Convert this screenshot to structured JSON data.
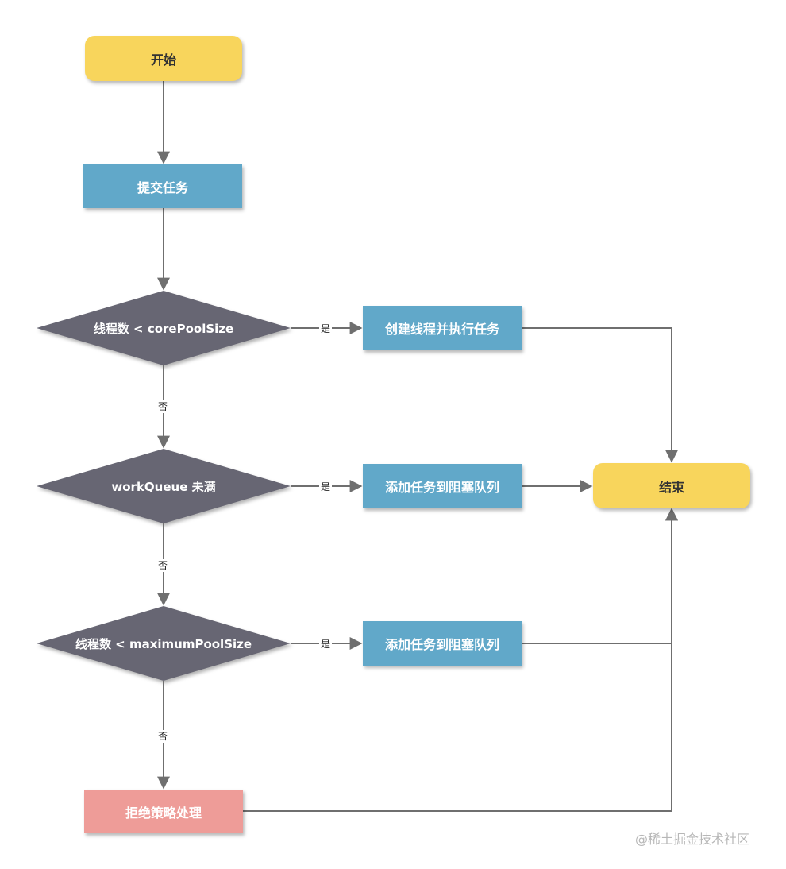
{
  "nodes": {
    "start": "开始",
    "submit": "提交任务",
    "decision_core": "线程数 < corePoolSize",
    "create_thread": "创建线程并执行任务",
    "decision_queue": "workQueue 未满",
    "enqueue_1": "添加任务到阻塞队列",
    "decision_max": "线程数 < maximumPoolSize",
    "enqueue_2": "添加任务到阻塞队列",
    "reject": "拒绝策略处理",
    "end": "结束"
  },
  "edges": {
    "yes": "是",
    "no": "否"
  },
  "colors": {
    "terminal": "#f8d55c",
    "process": "#61a8c9",
    "decision": "#676673",
    "reject": "#ee9c98",
    "line": "#6f6f6f"
  },
  "watermark": "@稀土掘金技术社区"
}
